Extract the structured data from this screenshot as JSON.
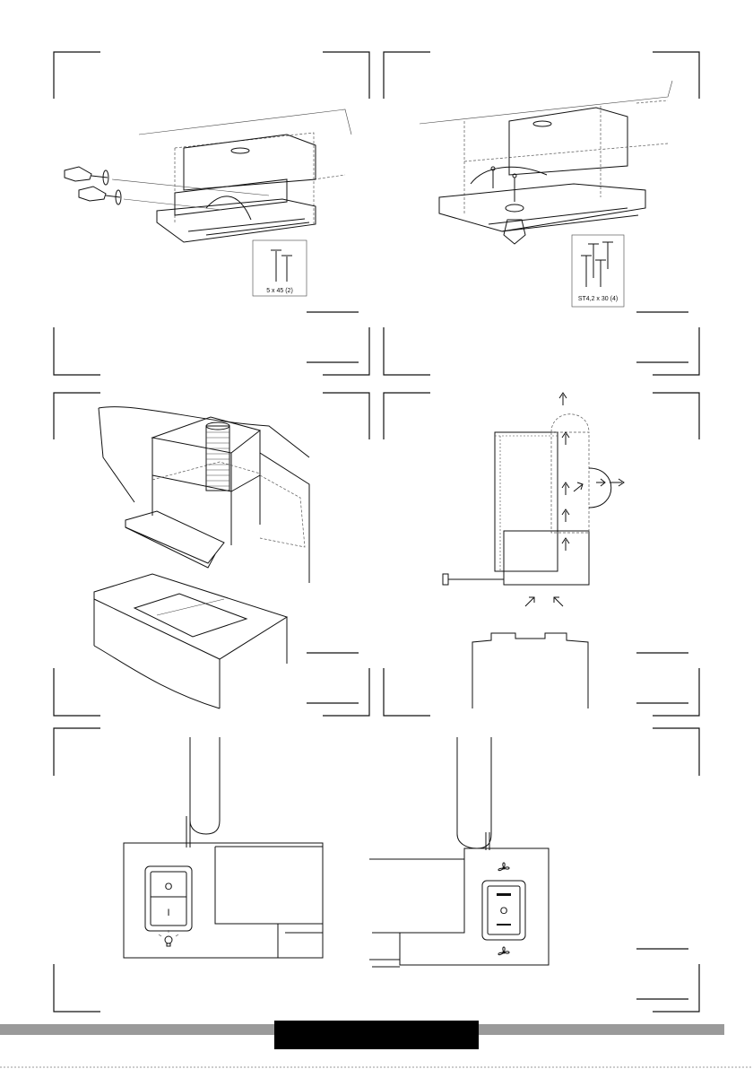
{
  "figures": {
    "fig1": {
      "screw_label": "5 x 45 (2)"
    },
    "fig2": {
      "screw_label": "ST4,2 x 30 (4)"
    }
  },
  "switches": {
    "light": {
      "on_mark": "O",
      "off_mark": "I"
    },
    "fan": {
      "center_mark": "O"
    }
  },
  "colors": {
    "footer_band": "#9a9a9a",
    "footer_block": "#000000",
    "line": "#111111"
  }
}
